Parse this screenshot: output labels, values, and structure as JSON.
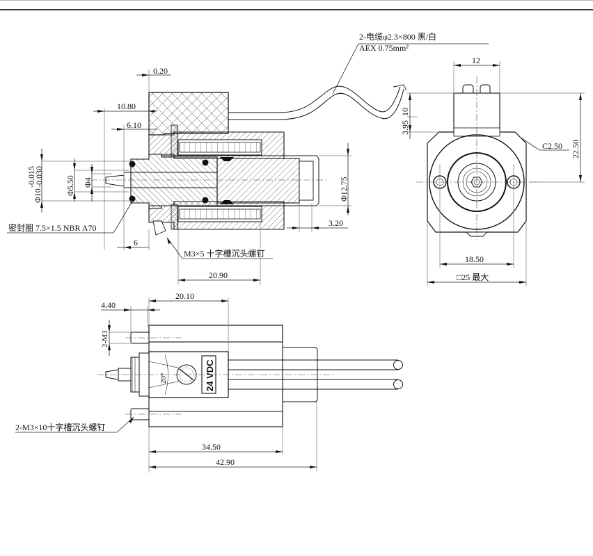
{
  "drawing": {
    "title": "Solenoid valve dimension drawing",
    "cable_note_line1": "2-电缆φ2.3×800 黑/白",
    "cable_note_line2": "AEX 0.75mm²",
    "seal_note": "密封圈 7.5×1.5 NBR A70",
    "screw_note_m3x5": "M3×5 十字槽沉头螺钉",
    "screw_note_m3x10": "2-M3×10十字槽沉头螺钉",
    "voltage_label": "24 VDC",
    "angle_label": "20°"
  },
  "section_view": {
    "dims": {
      "gap_0_20": "0.20",
      "len_10_80": "10.80",
      "len_6_10": "6.10",
      "tol_upper": "-0.015",
      "tol_lower": "-0.030",
      "dia_10": "Φ10",
      "dia_5_50": "Φ5.50",
      "dia_4": "Φ4",
      "len_6": "6",
      "dia_12_75": "Φ12.75",
      "len_3_20": "3.20",
      "len_20_90": "20.90"
    }
  },
  "end_view": {
    "dims": {
      "width_12": "12",
      "height_22_50": "22.50",
      "height_3_95": "3.95",
      "height_10": "10",
      "chamfer": "C2.50",
      "hole_spacing": "18.50",
      "square_max": "□25 最大"
    }
  },
  "top_view": {
    "dims": {
      "len_4_40": "4.40",
      "len_20_10": "20.10",
      "thread_2_m3": "2-M3",
      "len_34_50": "34.50",
      "len_42_90": "42.90"
    }
  }
}
